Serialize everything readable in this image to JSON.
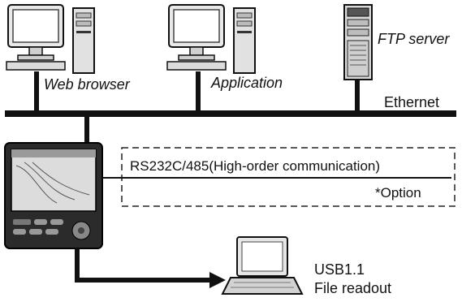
{
  "labels": {
    "web_browser": "Web browser",
    "application": "Application",
    "ftp_server": "FTP server",
    "ethernet": "Ethernet",
    "rs232": "RS232C/485(High-order communication)",
    "option": "*Option",
    "usb": "USB1.1",
    "file_readout": "File readout"
  },
  "icons": [
    "desktop-computer-icon",
    "desktop-computer-icon",
    "server-tower-icon",
    "recorder-device-icon",
    "laptop-icon"
  ],
  "colors": {
    "line": "#111111",
    "device_body": "#2b2b2b",
    "screen": "#dcdcdc"
  }
}
